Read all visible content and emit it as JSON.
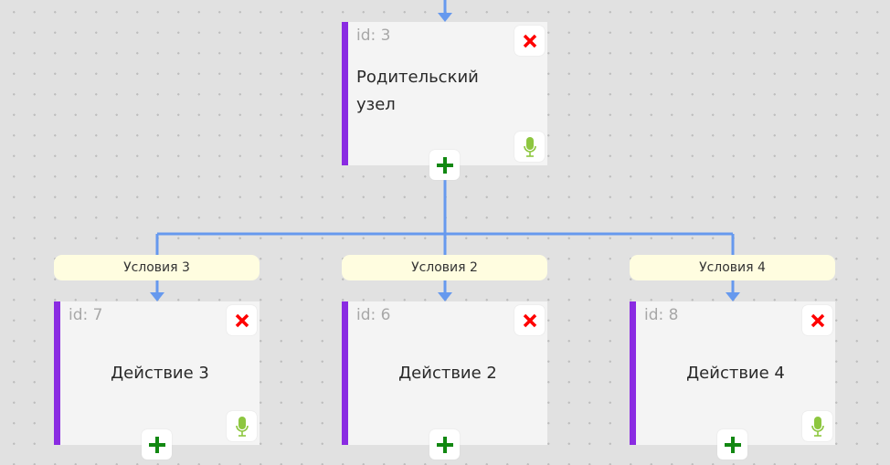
{
  "colors": {
    "accent": "#8a2be2",
    "wire": "#6699ee",
    "delete": "#ff0000",
    "add": "#118811",
    "mic": "#8dc63f"
  },
  "parent": {
    "id_label": "id: 3",
    "title": "Родительский узел"
  },
  "children": [
    {
      "condition": "Условия 3",
      "id_label": "id: 7",
      "title": "Действие 3"
    },
    {
      "condition": "Условия 2",
      "id_label": "id: 6",
      "title": "Действие 2"
    },
    {
      "condition": "Условия 4",
      "id_label": "id: 8",
      "title": "Действие 4"
    }
  ]
}
